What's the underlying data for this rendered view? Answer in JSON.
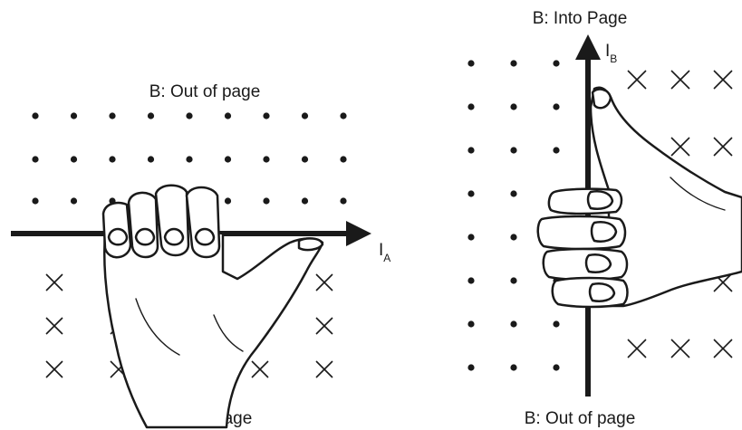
{
  "left_diagram": {
    "field_top_label": "B: Out of page",
    "field_bottom_label": "B: Into Page",
    "current_label": "I",
    "current_subscript": "A"
  },
  "right_diagram": {
    "field_top_label": "B: Into Page",
    "field_bottom_label": "B: Out of page",
    "current_label": "I",
    "current_subscript": "B"
  },
  "colors": {
    "ink": "#1a1a1a",
    "background": "#ffffff"
  }
}
